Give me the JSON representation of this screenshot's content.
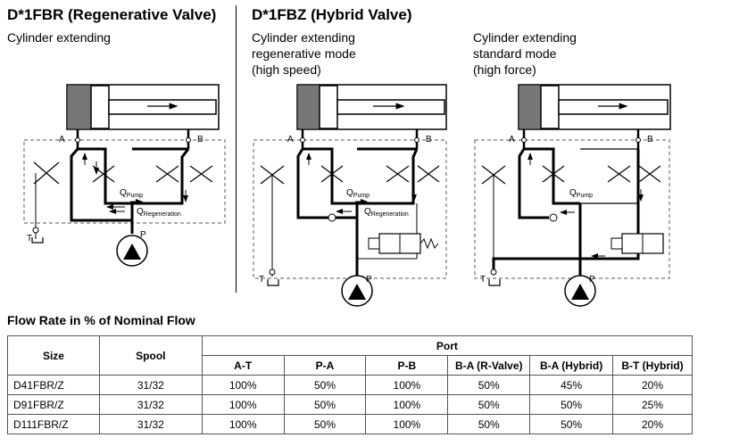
{
  "left": {
    "title": "D*1FBR (Regenerative Valve)",
    "caption": [
      "Cylinder extending"
    ]
  },
  "right": {
    "title": "D*1FBZ (Hybrid Valve)",
    "regen_caption": [
      "Cylinder extending",
      "regenerative mode",
      "(high speed)"
    ],
    "std_caption": [
      "Cylinder extending",
      "standard mode",
      "(high force)"
    ]
  },
  "labels": {
    "A": "A",
    "B": "B",
    "T": "T",
    "P": "P",
    "q": "Q",
    "pump": "Pump",
    "regen": "Regeneration"
  },
  "table": {
    "title": "Flow Rate in % of Nominal Flow",
    "size_header": "Size",
    "spool_header": "Spool",
    "port_header": "Port",
    "port_columns": [
      "A-T",
      "P-A",
      "P-B",
      "B-A (R-Valve)",
      "B-A (Hybrid)",
      "B-T (Hybrid)"
    ],
    "rows": [
      {
        "size": "D41FBR/Z",
        "spool": "31/32",
        "values": [
          "100%",
          "50%",
          "100%",
          "50%",
          "45%",
          "20%"
        ]
      },
      {
        "size": "D91FBR/Z",
        "spool": "31/32",
        "values": [
          "100%",
          "50%",
          "100%",
          "50%",
          "50%",
          "25%"
        ]
      },
      {
        "size": "D111FBR/Z",
        "spool": "31/32",
        "values": [
          "100%",
          "50%",
          "100%",
          "50%",
          "50%",
          "20%"
        ]
      }
    ]
  }
}
